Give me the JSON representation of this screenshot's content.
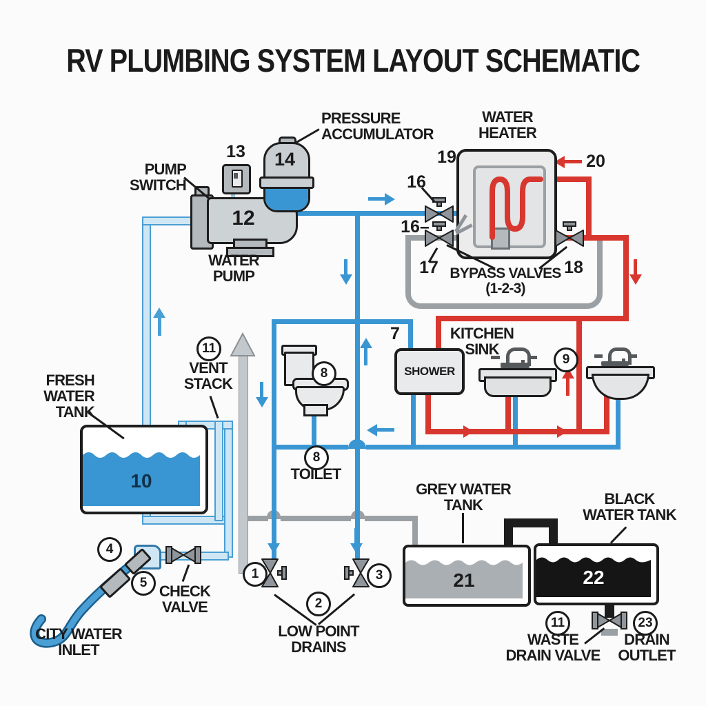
{
  "title": "RV PLUMBING SYSTEM LAYOUT SCHEMATIC",
  "colors": {
    "cold_pipe": "#3a96d2",
    "hot_pipe": "#d7372e",
    "fresh_supply_pipe": "#cfe7f4",
    "waste_pipe": "#9aa0a4",
    "black_pipe": "#1d1d1d",
    "tank_water_blue": "#3a96d2",
    "grey_water": "#aaafb3",
    "black_water": "#151515",
    "component_grey": "#c9ced2"
  },
  "labels": {
    "pressure_accumulator": "PRESSURE\nACCUMULATOR",
    "pump_switch": "PUMP\nSWITCH",
    "water_pump": "WATER\nPUMP",
    "water_heater": "WATER\nHEATER",
    "bypass_valves": "BYPASS VALVES\n(1-2-3)",
    "kitchen_sink": "KITCHEN\nSINK",
    "shower": "SHOWER",
    "vent_stack": "VENT\nSTACK",
    "fresh_water_tank": "FRESH\nWATER\nTANK",
    "toilet": "TOILET",
    "check_valve": "CHECK\nVALVE",
    "city_water_inlet": "CITY WATER\nINLET",
    "low_point_drains": "LOW POINT\nDRAINS",
    "grey_water_tank": "GREY WATER\nTANK",
    "black_water_tank": "BLACK\nWATER TANK",
    "waste_drain_valve": "WASTE\nDRAIN VALVE",
    "drain_outlet": "DRAIN\nOUTLET"
  },
  "numbers": {
    "n12": "12",
    "n13": "13",
    "n14": "14",
    "n19": "19",
    "n20": "20",
    "n16_upper": "16",
    "n16_lower": "16–",
    "n17": "17",
    "n18": "18",
    "n7": "7",
    "n8_icon": "8",
    "n8_label": "8",
    "n9": "9",
    "n10": "10",
    "n11_vent": "11",
    "n11_waste": "11",
    "n21": "21",
    "n22": "22",
    "n23": "23",
    "n1": "1",
    "n2": "2",
    "n3": "3",
    "n4": "4",
    "n5": "5"
  }
}
